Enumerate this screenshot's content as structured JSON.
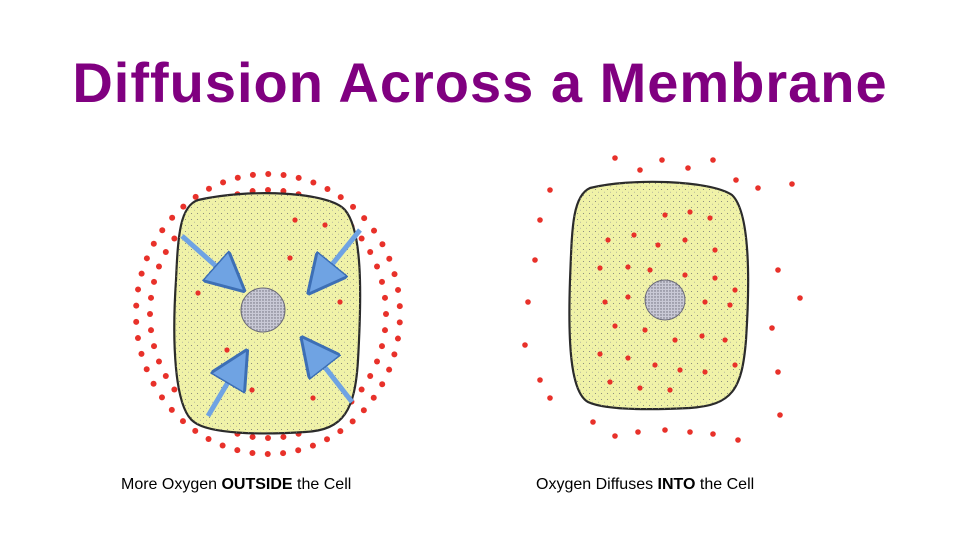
{
  "title": "Diffusion Across a Membrane",
  "colors": {
    "title": "#800080",
    "cytoplasm": "#f0f2a8",
    "membrane": "#2b2b2b",
    "oxygen": "#e8312a",
    "nucleus": "#b8b8c4",
    "arrow": "#6fa3e3"
  },
  "left_panel": {
    "caption": {
      "prefix": "More Oxygen ",
      "emphasis": "OUTSIDE",
      "suffix": " the Cell"
    },
    "arrow_count": 4,
    "arrow_icon": "inward-arrow-icon"
  },
  "right_panel": {
    "caption": {
      "prefix": "Oxygen Diffuses ",
      "emphasis": "INTO",
      "suffix": " the Cell"
    }
  }
}
